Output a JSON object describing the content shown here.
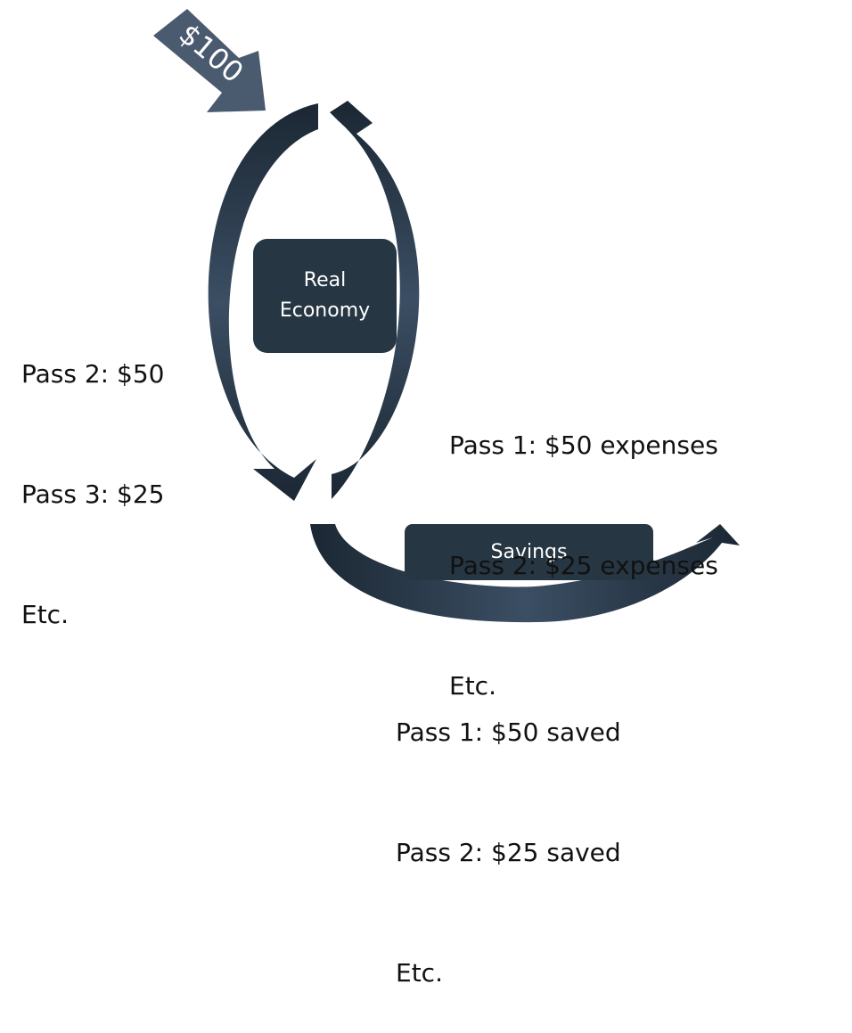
{
  "input_arrow": {
    "label": "$100",
    "color": "#4a5b70"
  },
  "nodes": {
    "real_economy": {
      "line1": "Real",
      "line2": "Economy"
    },
    "savings": {
      "label": "Savings"
    }
  },
  "notes": {
    "left": [
      "Pass 2: $50",
      "Pass 3: $25",
      "Etc."
    ],
    "right": [
      "Pass 1: $50 expenses",
      "Pass 2: $25 expenses",
      "Etc."
    ],
    "bottom": [
      "Pass 1: $50 saved",
      "Pass 2: $25 saved",
      "Etc."
    ]
  },
  "colors": {
    "arrow_dark": "#1b2733",
    "arrow_mid": "#34465a",
    "box": "#263642"
  }
}
